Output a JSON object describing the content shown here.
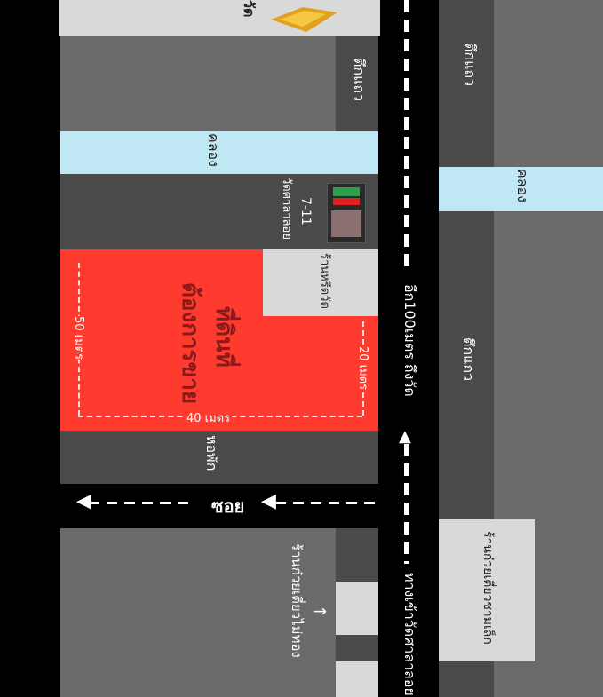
{
  "labels": {
    "temple_top": "วัด",
    "shophouse_1": "ตึกแถว",
    "canal_left": "คลอง",
    "seven_eleven": "7-11",
    "temple_sala_loi": "วัดศาลาลอย",
    "temple_shop": "ร้านหรีดวัด",
    "land_title": "ที่ดินที่",
    "land_sub": "ต้องการขาย",
    "dim_50": "50 เมตร",
    "dim_40": "40 เมตร",
    "dim_20": "20 เมตร",
    "dorm": "หอพัก",
    "soi": "ซอย",
    "noodle_left": "ร้านก๋วยเตี๋ยวไม่ทอง",
    "road_top": "อีก100เมตร ถึงวัด",
    "road_bottom": "ทางเข้าวัดศาลาลอย",
    "shophouse_right_top": "ตึกแถว",
    "canal_right": "คลอง",
    "shophouse_right_mid": "ตึกแถว",
    "noodle_right": "ร้านก๋วยเตี๋ยวชามเล็ก"
  },
  "icons": {
    "arrow_up": "↑"
  },
  "colors": {
    "land": "#ff3b2f",
    "canal": "#bfe8f4",
    "building_dark": "#4a4a4a",
    "building_mid": "#6a6a6a",
    "building_light": "#d9d9d9",
    "road": "#000000"
  }
}
